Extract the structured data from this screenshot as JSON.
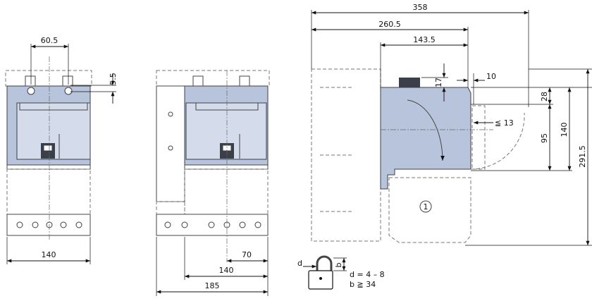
{
  "dimensions": {
    "view1_terminal_pitch": "60.5",
    "view1_top_offset": "5.5",
    "view1_width": "140",
    "view2_center_offset": "70",
    "view2_width_body": "140",
    "view2_width_total": "185",
    "side_total_depth": "358",
    "side_depth_2": "260.5",
    "side_depth_1": "143.5",
    "side_top_17": "17",
    "side_gap_10": "10",
    "side_clear_13": "≦ 13",
    "side_h_28": "28",
    "side_h_95": "95",
    "side_h_140": "140",
    "side_h_291": "291.5"
  },
  "callout": {
    "number": "1"
  },
  "padlock": {
    "d_label": "d",
    "b_label": "b",
    "d_range": "d = 4 – 8",
    "b_min": "b ≧ 34"
  },
  "colors": {
    "body": "#b8c4dc",
    "outline": "#3a3f4a",
    "dash": "#777777"
  }
}
